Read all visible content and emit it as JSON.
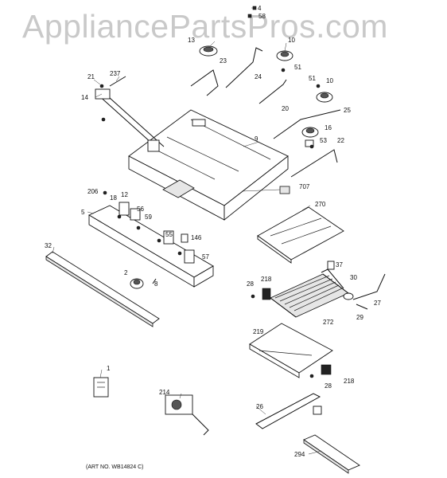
{
  "watermark": "AppliancePartsPros.com",
  "art_number": "(ART NO. WB14824 C)",
  "callouts": {
    "p4": "4",
    "p58": "58",
    "p13": "13",
    "p10a": "10",
    "p21": "21",
    "p237": "237",
    "p23": "23",
    "p24": "24",
    "p51a": "51",
    "p51b": "51",
    "p10b": "10",
    "p14": "14",
    "p20": "20",
    "p25": "25",
    "p16": "16",
    "p9": "9",
    "p53": "53",
    "p22": "22",
    "p707": "707",
    "p206": "206",
    "p18": "18",
    "p12": "12",
    "p56": "56",
    "p5": "5",
    "p59": "59",
    "p270": "270",
    "p32": "32",
    "p55": "55",
    "p146": "146",
    "p57": "57",
    "p37": "37",
    "p2": "2",
    "p218a": "218",
    "p30": "30",
    "p28a": "28",
    "p8": "8",
    "p27": "27",
    "p29": "29",
    "p272": "272",
    "p219": "219",
    "p1": "1",
    "p218b": "218",
    "p28b": "28",
    "p214": "214",
    "p26": "26",
    "p294": "294"
  }
}
